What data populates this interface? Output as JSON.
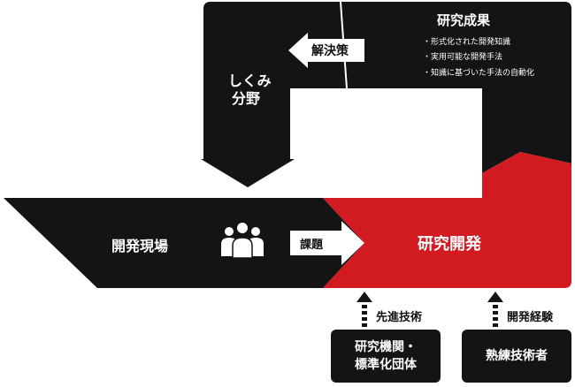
{
  "nodes": {
    "shikumi": {
      "line1": "しくみ",
      "line2": "分野"
    },
    "research_results": {
      "title": "研究成果",
      "bullets": [
        "・形式化された開発知識",
        "・実用可能な開発手法",
        "・知識に基づいた手法の自動化"
      ]
    },
    "dev_site": {
      "label": "開発現場"
    },
    "rnd": {
      "label": "研究開発"
    },
    "research_org": {
      "line1": "研究機関・",
      "line2": "標準化団体"
    },
    "experts": {
      "label": "熟練技術者"
    }
  },
  "arrows": {
    "solution": {
      "label": "解決策"
    },
    "problem": {
      "label": "課題"
    },
    "advanced_tech": {
      "label": "先進技術"
    },
    "dev_experience": {
      "label": "開発経験"
    }
  },
  "icons": {
    "people": "people-group-icon"
  },
  "colors": {
    "dark": "#141414",
    "red": "#d21a21",
    "white": "#ffffff"
  }
}
